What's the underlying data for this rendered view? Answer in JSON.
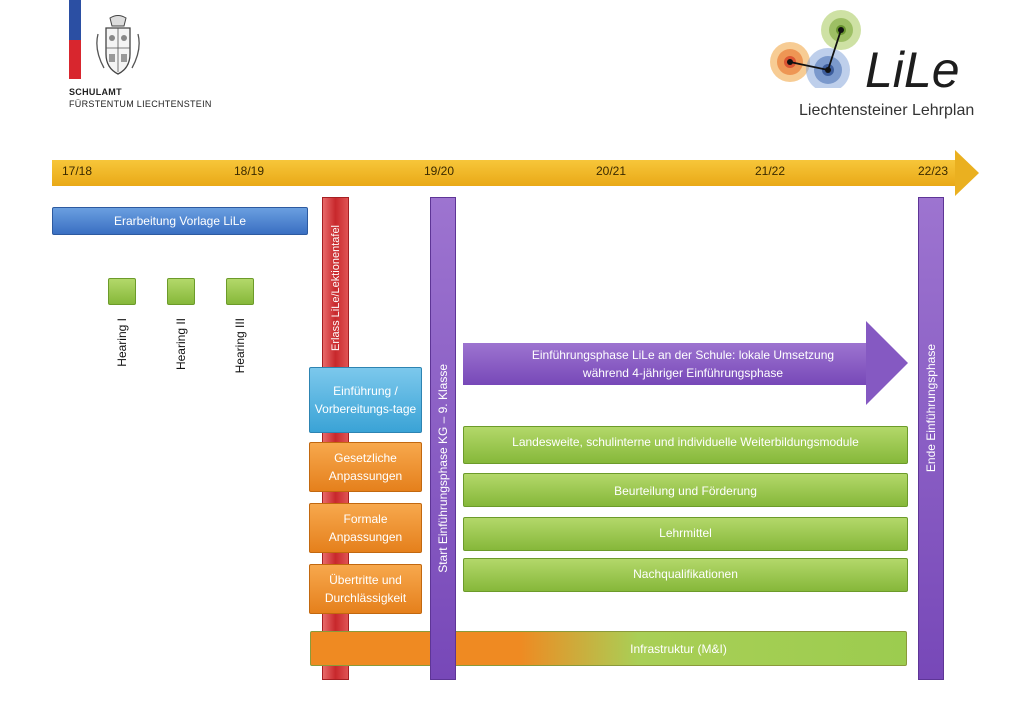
{
  "header": {
    "org_line1": "SCHULAMT",
    "org_line2": "FÜRSTENTUM LIECHTENSTEIN",
    "logo_text": "LiLe",
    "logo_subtitle": "Liechtensteiner Lehrplan"
  },
  "timeline": {
    "years": [
      "17/18",
      "18/19",
      "19/20",
      "20/21",
      "21/22",
      "22/23"
    ]
  },
  "items": {
    "erarbeitung": "Erarbeitung Vorlage LiLe",
    "hearings": [
      "Hearing I",
      "Hearing II",
      "Hearing III"
    ],
    "erlass": "Erlass LiLe/Lektionentafel",
    "einfuehrung_tage": "Einführung / Vorbereitungs-tage",
    "gesetzliche": "Gesetzliche Anpassungen",
    "formale": "Formale Anpassungen",
    "uebertritte": "Übertritte und Durchlässigkeit",
    "start_phase": "Start Einführungsphase KG – 9. Klasse",
    "ende_phase": "Ende Einführungsphase",
    "einfuehrungsphase_line1": "Einführungsphase LiLe an der Schule: lokale Umsetzung",
    "einfuehrungsphase_line2": "während 4-jähriger Einführungsphase",
    "weiterbildung": "Landesweite, schulinterne und individuelle Weiterbildungsmodule",
    "beurteilung": "Beurteilung und Förderung",
    "lehrmittel": "Lehrmittel",
    "nachqualifikationen": "Nachqualifikationen",
    "infrastruktur": "Infrastruktur (M&I)"
  },
  "colors": {
    "timeline": "#eab020",
    "blue": "#3a6fc2",
    "green": "#86b83a",
    "orange": "#e5801c",
    "cyan": "#3aa3d6",
    "purple": "#7748b8",
    "red": "#c8282c"
  }
}
